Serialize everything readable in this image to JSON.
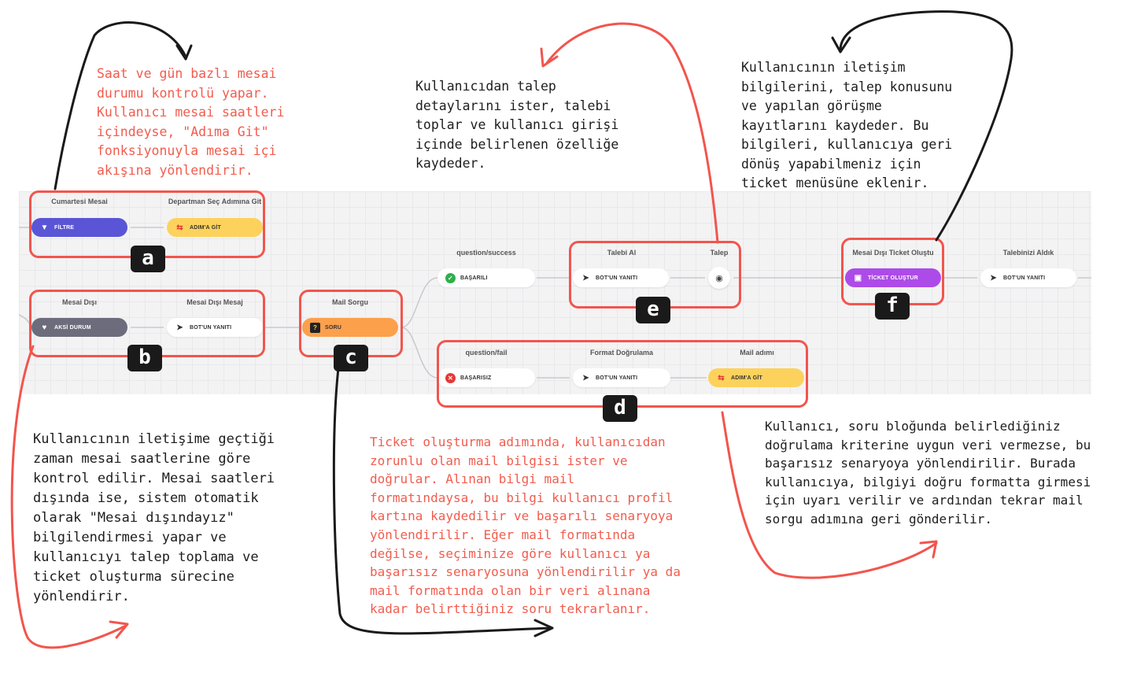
{
  "notes": {
    "a": "Saat ve gün bazlı mesai\ndurumu kontrolü yapar.\nKullanıcı mesai saatleri\niçindeyse, \"Adıma Git\"\nfonksiyonuyla mesai içi\nakışına yönlendirir.",
    "e": "Kullanıcıdan talep\ndetaylarını ister, talebi\ntoplar ve kullanıcı girişi\niçinde belirlenen özelliğe\nkaydeder.",
    "f": "Kullanıcının iletişim\nbilgilerini, talep konusunu\nve yapılan görüşme\nkayıtlarını kaydeder. Bu\nbilgileri, kullanıcıya geri\ndönüş yapabilmeniz için\nticket menüsüne eklenir.",
    "b": "Kullanıcının iletişime geçtiği\nzaman mesai saatlerine göre\nkontrol edilir. Mesai saatleri\ndışında ise, sistem otomatik\nolarak \"Mesai dışındayız\"\nbilgilendirmesi yapar ve\nkullanıcıyı talep toplama ve\nticket oluşturma sürecine\nyönlendirir.",
    "c": "Ticket oluşturma adımında, kullanıcıdan\nzorunlu olan mail bilgisi ister ve\ndoğrular. Alınan bilgi mail\nformatındaysa, bu bilgi kullanıcı profil\nkartına kaydedilir ve başarılı senaryoya\nyönlendirilir. Eğer mail formatında\ndeğilse, seçiminize göre kullanıcı ya\nbaşarısız senaryosuna yönlendirilir ya da\nmail formatında olan bir veri alınana\nkadar belirttiğiniz soru tekrarlanır.",
    "d": "Kullanıcı, soru bloğunda belirlediğiniz\ndoğrulama kriterine uygun veri vermezse, bu\nbaşarısız senaryoya yönlendirilir. Burada\nkullanıcıya, bilgiyi doğru formatta girmesi\niçin uyarı verilir ve ardından tekrar mail\nsorgu adımına geri gönderilir."
  },
  "badges": {
    "a": "a",
    "b": "b",
    "c": "c",
    "d": "d",
    "e": "e",
    "f": "f"
  },
  "steps": {
    "cumartesi": "Cumartesi Mesai",
    "departman": "Departman Seç Adımına Git",
    "mesai_disi": "Mesai Dışı",
    "mesai_disi_mesaj": "Mesai Dışı Mesaj",
    "mail_sorgu": "Mail Sorgu",
    "q_success": "question/success",
    "q_fail": "question/fail",
    "format": "Format Doğrulama",
    "mail_adimi": "Mail adımı",
    "talebi_al": "Talebi Al",
    "talep": "Talep",
    "ticket_olustu": "Mesai Dışı Ticket Oluştu",
    "talebinizi": "Talebinizi Aldık"
  },
  "pills": {
    "filtre": "FİLTRE",
    "adima_git_1": "ADIM'A GİT",
    "aksi": "AKSİ DURUM",
    "botun_1": "BOT'UN YANITI",
    "soru": "SORU",
    "basarili": "BAŞARILI",
    "basarisiz": "BAŞARISIZ",
    "botun_2": "BOT'UN YANITI",
    "adima_git_2": "ADIM'A GİT",
    "botun_3": "BOT'UN YANITI",
    "ticket": "TİCKET OLUŞTUR",
    "botun_4": "BOT'UN YANITI"
  },
  "colors": {
    "annotation_red": "#f25c4e",
    "filter_blue": "#5a55d6",
    "goto_yellow": "#fcd25c",
    "else_gray": "#6c6c7c",
    "question_orange": "#fca04c",
    "ticket_purple": "#ad4be8"
  },
  "icons": {
    "filter": "funnel-icon",
    "goto": "swap-arrows-icon",
    "else": "broken-heart-icon",
    "bot_reply": "send-icon",
    "question": "question-box-icon",
    "success": "check-circle-icon",
    "fail": "x-circle-icon",
    "voice": "voice-icon",
    "ticket": "ticket-icon"
  }
}
